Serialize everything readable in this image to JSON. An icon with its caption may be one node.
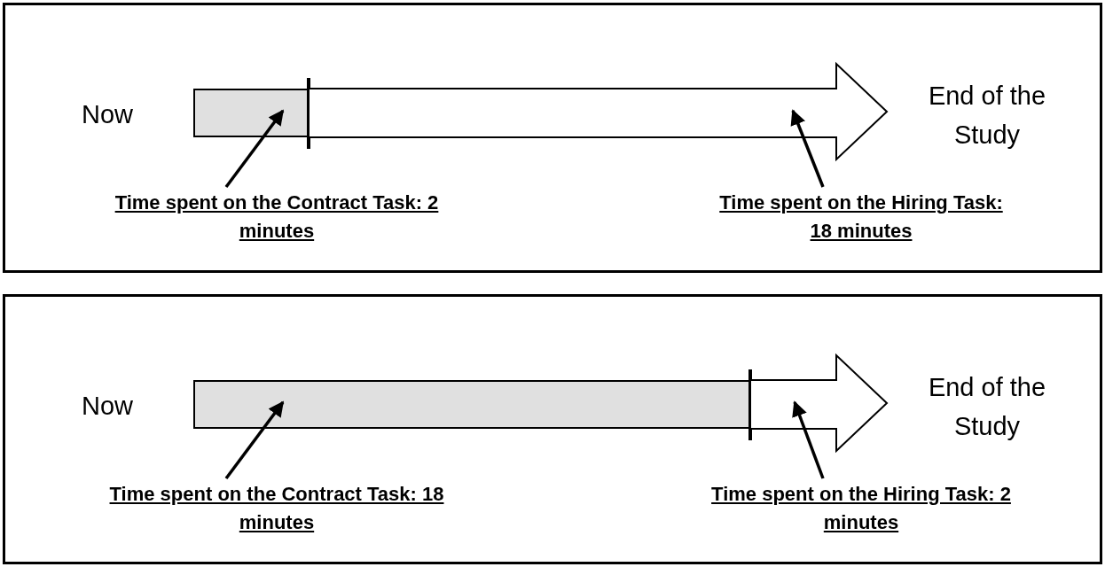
{
  "diagram": {
    "nodes": [
      {
        "text": [],
        "shape": "box"
      },
      {
        "text": [
          "Now"
        ],
        "in": 0
      },
      {
        "text": [],
        "shape": "bar",
        "in": 0
      },
      {
        "text": [],
        "shape": "arrow",
        "in": 0
      },
      {
        "text": [
          "End of the Study"
        ],
        "in": 0
      },
      {
        "text": [
          "Time spent on the Contract Task: 2 minutes"
        ],
        "in": 0
      },
      {
        "text": [
          "Time spent on the Hiring Task: 18 minutes"
        ],
        "in": 0
      },
      {
        "text": [],
        "shape": "box"
      },
      {
        "text": [
          "Now"
        ],
        "in": 7
      },
      {
        "text": [],
        "shape": "bar",
        "in": 7
      },
      {
        "text": [],
        "shape": "arrow",
        "in": 7
      },
      {
        "text": [
          "End of the Study"
        ],
        "in": 7
      },
      {
        "text": [
          "Time spent on the Contract Task: 18 minutes"
        ],
        "in": 7
      },
      {
        "text": [
          "Time spent on the Hiring Task: 2 minutes"
        ],
        "in": 7
      }
    ],
    "edges": [
      {
        "from": 5,
        "to": 2,
        "arrow": "to"
      },
      {
        "from": 6,
        "to": 3,
        "arrow": "to"
      },
      {
        "from": 12,
        "to": 9,
        "arrow": "to"
      },
      {
        "from": 13,
        "to": 10,
        "arrow": "to"
      }
    ]
  }
}
